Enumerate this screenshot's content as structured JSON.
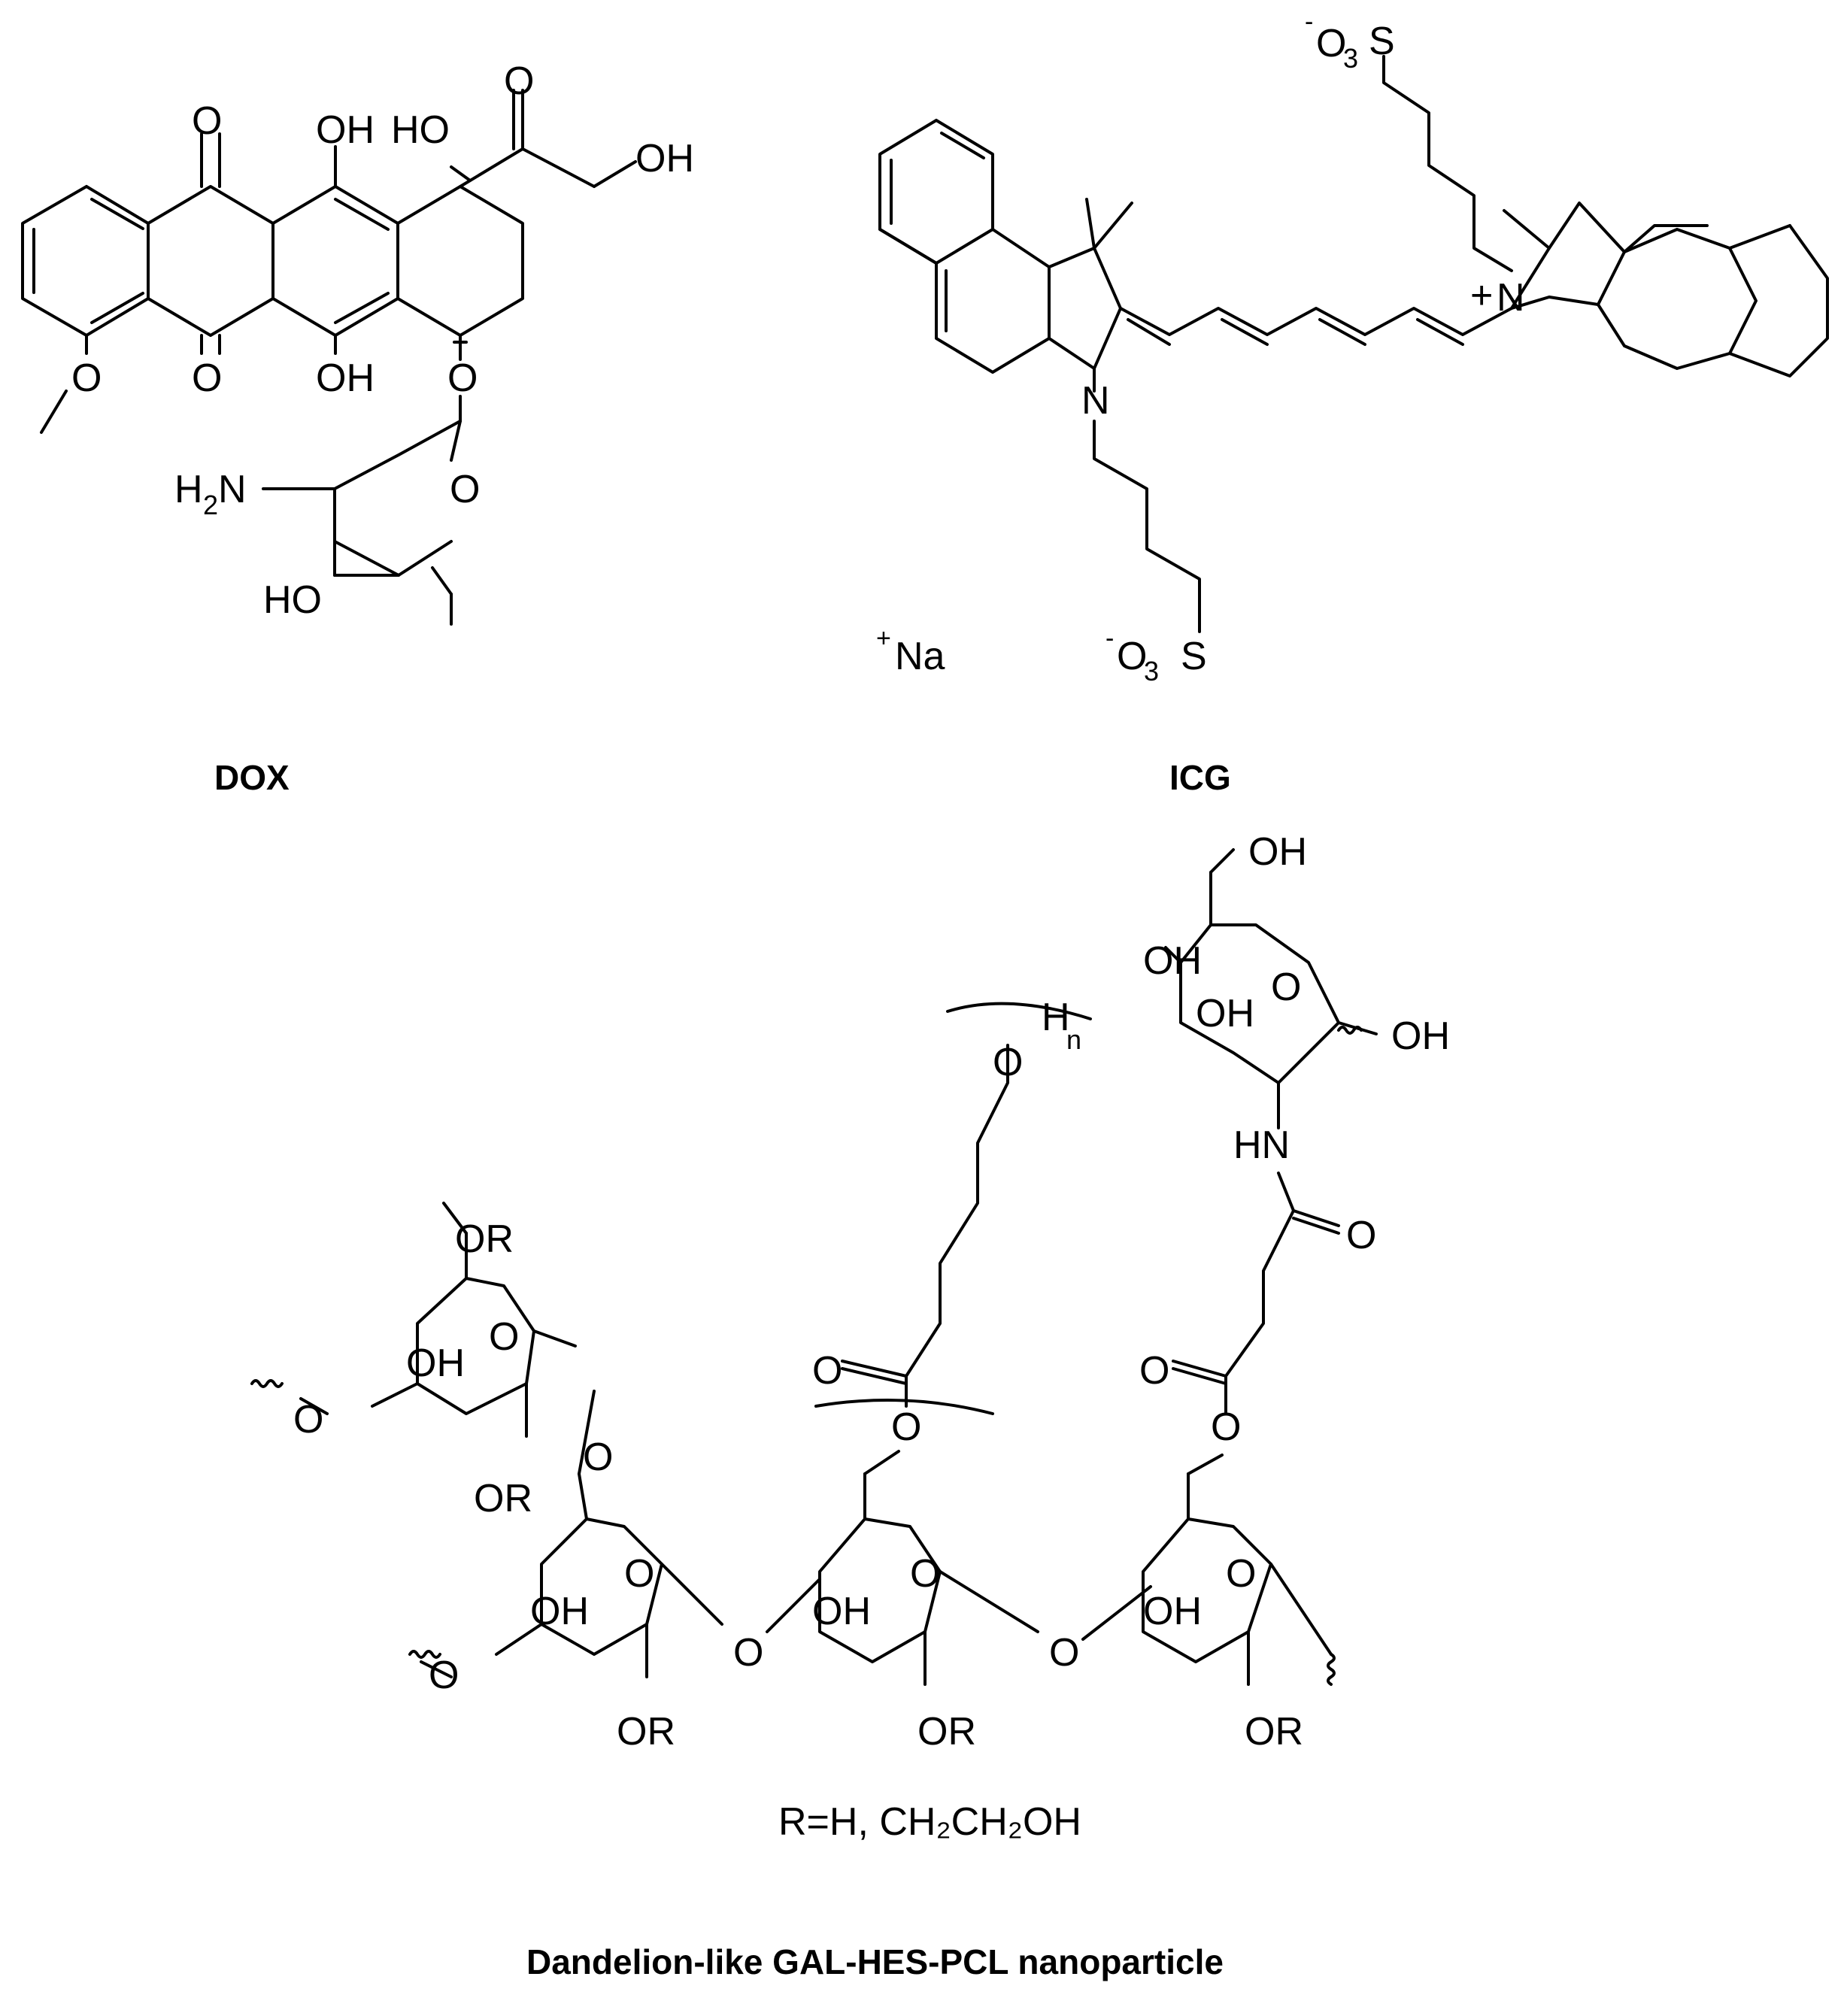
{
  "captions": {
    "dox": "DOX",
    "icg": "ICG",
    "nanoparticle": "Dandelion-like GAL-HES-PCL nanoparticle"
  },
  "labels": {
    "hes_substituent": "R=H, CH₂CH₂OH"
  },
  "icg_counterion": "Na"
}
